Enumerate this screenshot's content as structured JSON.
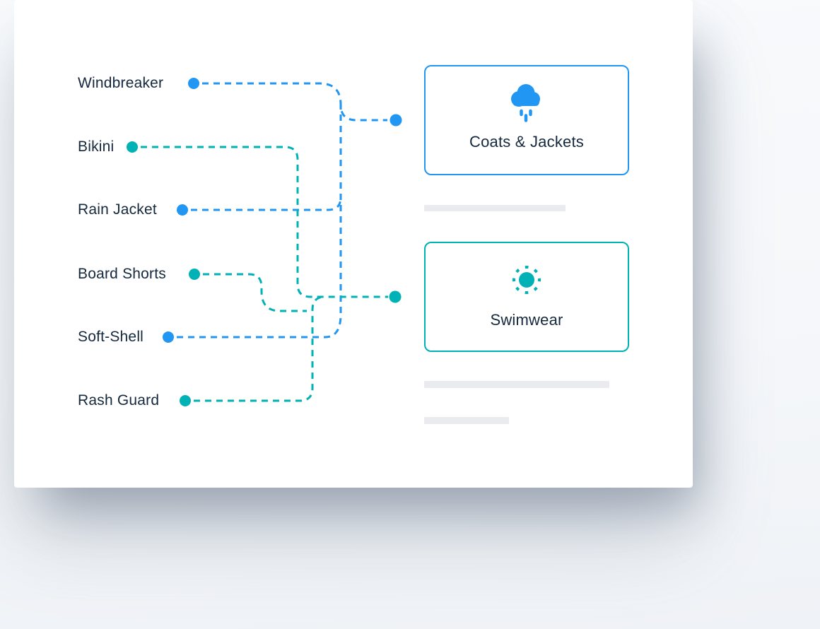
{
  "colors": {
    "blue": "#2196f3",
    "teal": "#00b1b5",
    "ink": "#15283c",
    "bar": "#e9ebee",
    "card": "#ffffff",
    "page": "#f7f9fb"
  },
  "items": [
    {
      "label": "Windbreaker",
      "color": "blue"
    },
    {
      "label": "Bikini",
      "color": "teal"
    },
    {
      "label": "Rain Jacket",
      "color": "blue"
    },
    {
      "label": "Board Shorts",
      "color": "teal"
    },
    {
      "label": "Soft-Shell",
      "color": "blue"
    },
    {
      "label": "Rash Guard",
      "color": "teal"
    }
  ],
  "categories": [
    {
      "label": "Coats & Jackets",
      "icon": "rain-cloud-icon",
      "color": "blue"
    },
    {
      "label": "Swimwear",
      "icon": "sun-icon",
      "color": "teal"
    }
  ],
  "connections": [
    {
      "from": "Windbreaker",
      "to": "Coats & Jackets"
    },
    {
      "from": "Rain Jacket",
      "to": "Coats & Jackets"
    },
    {
      "from": "Soft-Shell",
      "to": "Coats & Jackets"
    },
    {
      "from": "Bikini",
      "to": "Swimwear"
    },
    {
      "from": "Board Shorts",
      "to": "Swimwear"
    },
    {
      "from": "Rash Guard",
      "to": "Swimwear"
    }
  ]
}
